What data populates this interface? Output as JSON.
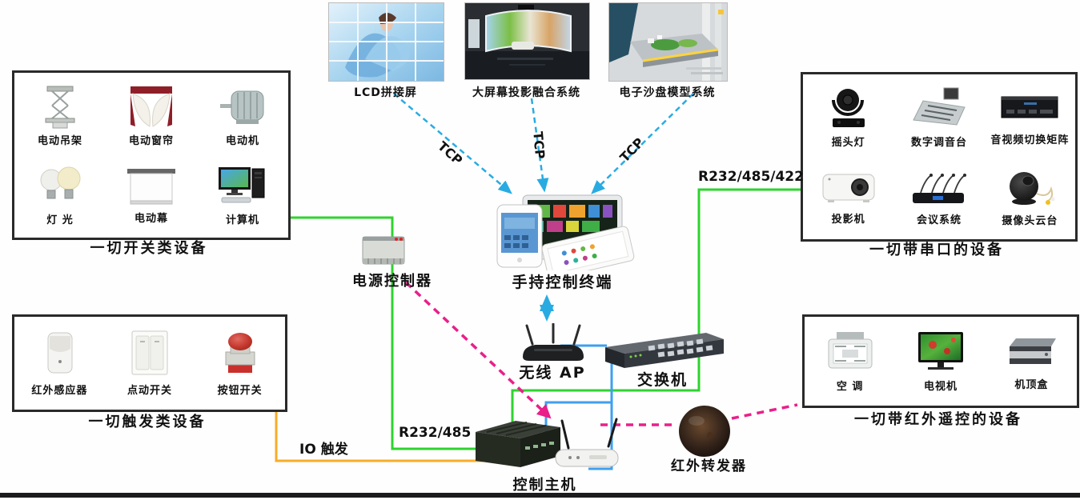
{
  "top_systems": [
    {
      "label": "LCD拼接屏"
    },
    {
      "label": "大屏幕投影融合系统"
    },
    {
      "label": "电子沙盘模型系统"
    }
  ],
  "boxes": {
    "switch_class": {
      "caption": "一切开关类设备",
      "items": [
        {
          "label": "电动吊架"
        },
        {
          "label": "电动窗帘"
        },
        {
          "label": "电动机"
        },
        {
          "label": "灯 光"
        },
        {
          "label": "电动幕"
        },
        {
          "label": "计算机"
        }
      ]
    },
    "trigger_class": {
      "caption": "一切触发类设备",
      "items": [
        {
          "label": "红外感应器"
        },
        {
          "label": "点动开关"
        },
        {
          "label": "按钮开关"
        }
      ]
    },
    "serial_class": {
      "caption": "一切带串口的设备",
      "items": [
        {
          "label": "摇头灯"
        },
        {
          "label": "数字调音台"
        },
        {
          "label": "音视频切换矩阵"
        },
        {
          "label": "投影机"
        },
        {
          "label": "会议系统"
        },
        {
          "label": "摄像头云台"
        }
      ]
    },
    "ir_class": {
      "caption": "一切带红外遥控的设备",
      "items": [
        {
          "label": "空 调"
        },
        {
          "label": "电视机"
        },
        {
          "label": "机顶盒"
        }
      ]
    }
  },
  "center": {
    "power_controller": "电源控制器",
    "handheld_terminal": "手持控制终端",
    "wireless_ap": "无线 AP",
    "switch": "交换机",
    "control_host": "控制主机",
    "ir_repeater": "红外转发器"
  },
  "wires": {
    "tcp": "TCP",
    "serial_right": "R232/485/422",
    "serial_left": "R232/485",
    "io_trigger": "IO 触发"
  },
  "colors": {
    "lan_green": "#2ed32e",
    "net_blue": "#3f9ff0",
    "tcp_cyan": "#29abe2",
    "ir_magenta": "#ea1f8a",
    "io_orange": "#f8ac28",
    "box_border": "#2a2a2a"
  }
}
